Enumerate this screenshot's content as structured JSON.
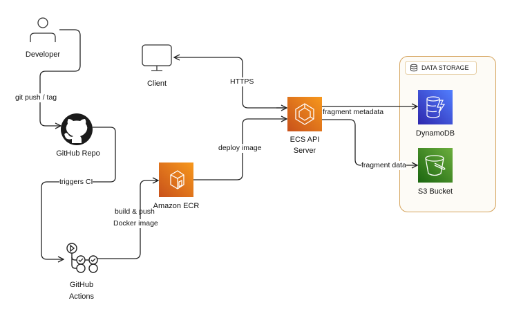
{
  "nodes": {
    "developer": {
      "label": "Developer",
      "icon": "user-icon"
    },
    "github_repo": {
      "label": "GitHub Repo",
      "icon": "github-icon"
    },
    "github_actions": {
      "label_line1": "GitHub",
      "label_line2": "Actions",
      "icon": "github-actions-icon"
    },
    "client": {
      "label": "Client",
      "icon": "monitor-icon"
    },
    "ecr": {
      "label": "Amazon ECR",
      "icon": "ecr-icon",
      "color": "#e8711a"
    },
    "ecs": {
      "label_line1": "ECS API",
      "label_line2": "Server",
      "icon": "ecs-icon",
      "color": "#e8711a"
    },
    "dynamodb": {
      "label": "DynamoDB",
      "icon": "dynamodb-icon",
      "color": "#3b48cc"
    },
    "s3": {
      "label": "S3 Bucket",
      "icon": "s3-bucket-icon",
      "color": "#3f8624"
    }
  },
  "group": {
    "label": "DATA STORAGE",
    "icon": "database-icon",
    "border_color": "#d4a25a"
  },
  "edges": {
    "dev_to_repo": "git push / tag",
    "repo_to_actions": "triggers CI",
    "actions_to_ecr_line1": "build & push",
    "actions_to_ecr_line2": "Docker image",
    "ecr_to_ecs": "deploy image",
    "ecs_client": "HTTPS",
    "ecs_to_dynamodb": "fragment metadata",
    "ecs_to_s3": "fragment data"
  }
}
